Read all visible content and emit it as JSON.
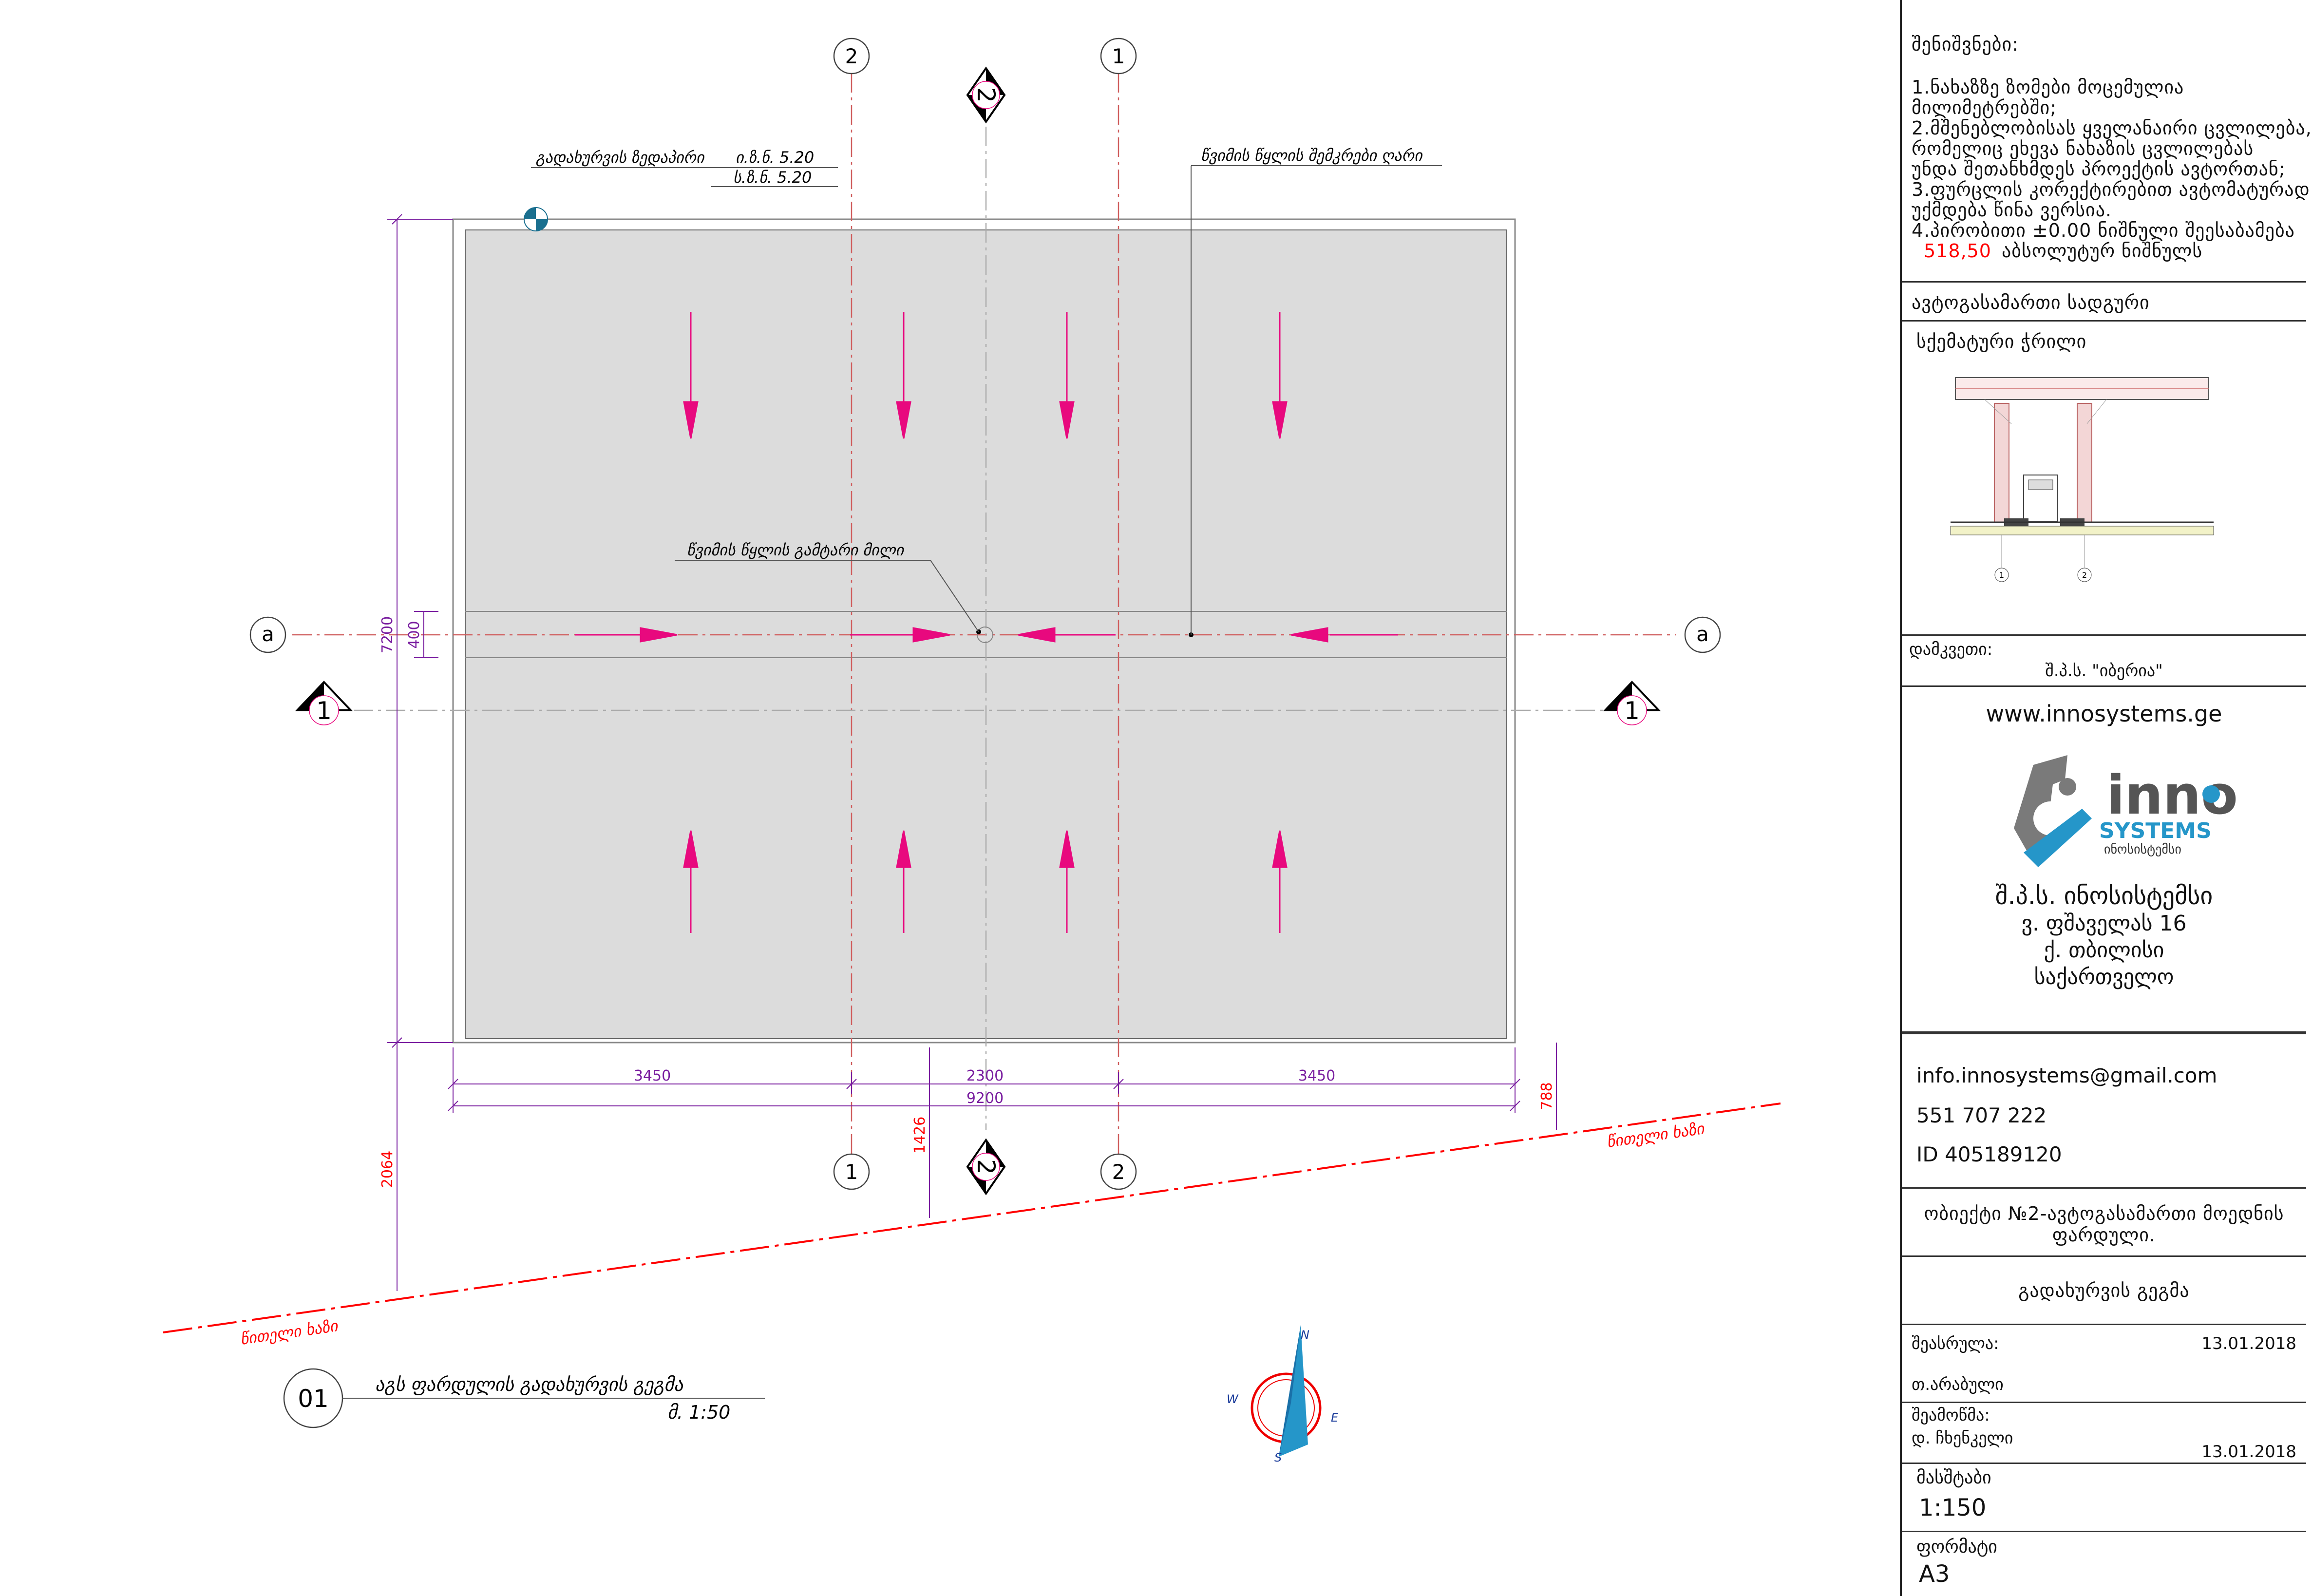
{
  "drawing": {
    "axes_top": [
      "2",
      "1"
    ],
    "axes_bottom": [
      "1",
      "2"
    ],
    "axis_a": "a",
    "section_1": "1",
    "section_2": "2",
    "roof_edge_label": "გადახურვის ზედაპირი",
    "roof_edge_val1": "ი.ზ.ნ. 5.20",
    "roof_edge_val2": "ს.ზ.ნ. 5.20",
    "water_collect_label": "წვიმის წყლის შემკრები ღარი",
    "drain_pipe_label": "წვიმის წყლის გამტარი მილი",
    "red_line_label": "წითელი ხაზი",
    "dim_3450_left": "3450",
    "dim_2300": "2300",
    "dim_3450_right": "3450",
    "dim_9200": "9200",
    "dim_7200": "7200",
    "dim_400": "400",
    "dim_788": "788",
    "dim_1426": "1426",
    "dim_2064": "2064",
    "view_number": "01",
    "view_title": "აგს ფარდულის  გადახურვის გეგმა",
    "view_scale": "მ. 1:50",
    "compass": {
      "n": "N",
      "s": "S",
      "e": "E",
      "w": "W"
    }
  },
  "title_block": {
    "notes_title": "შენიშვნები:",
    "notes": [
      "1.ნახაზზე ზომები მოცემულია",
      "   მილიმეტრებში;",
      "2.მშენებლობისას ყველანაირი ცვლილება,",
      "  რომელიც ეხევა  ნახაზის ცვლილებას",
      "  უნდა შეთანხმდეს პროექტის   ავტორთან;",
      "3.ფურცლის კორექტირებით ავტომატურად",
      "  უქმდება  წინა  ვერსია.",
      "4.პირობითი ±0.00 ნიშნული შეესაბამება"
    ],
    "note_level_value": "518,50",
    "note_level_suffix": "აბსოლუტურ ნიშნულს",
    "project_name": "ავტოგასამართი სადგური",
    "facade_title": "სქემატური ჭრილი",
    "facade_axis_1": "1",
    "facade_axis_2": "2",
    "client_label": "დამკვეთი:",
    "client_name": "შ.პ.ს. \"იბერია\"",
    "website": "www.innosystems.ge",
    "logo_word": "inno",
    "logo_systems": "SYSTEMS",
    "logo_sub": "ინოსისტემსი",
    "company_name": "შ.პ.ს. ინოსისტემსი",
    "address_1": "ვ. ფშაველას 16",
    "address_2": "ქ. თბილისი",
    "address_3": "საქართველო",
    "email": "info.innosystems@gmail.com",
    "phone": "551 707 222",
    "id": "ID 405189120",
    "object_line1": "ობიექტი №2-ავტოგასამართი მოედნის",
    "object_line2": "ფარდული.",
    "sheet_title": "გადახურვის გეგმა",
    "performed_label": "შეასრულა:",
    "performed_date": "13.01.2018",
    "performer": "თ.არაბული",
    "checked_label": "შეამოწმა:",
    "checker": "დ. ჩხენკელი",
    "checked_date": "13.01.2018",
    "scale_label": "მასშტაბი",
    "scale_value": "1:150",
    "format_label": "ფორმატი",
    "format_value": "A3"
  },
  "colors": {
    "accent": "#e8097e",
    "red_line": "#ff0000",
    "dim": "#7a1fa0",
    "axis": "#d04040",
    "roof": "#dcdcdc",
    "logo_blue": "#2596c9",
    "logo_gray": "#7a7a7a"
  }
}
